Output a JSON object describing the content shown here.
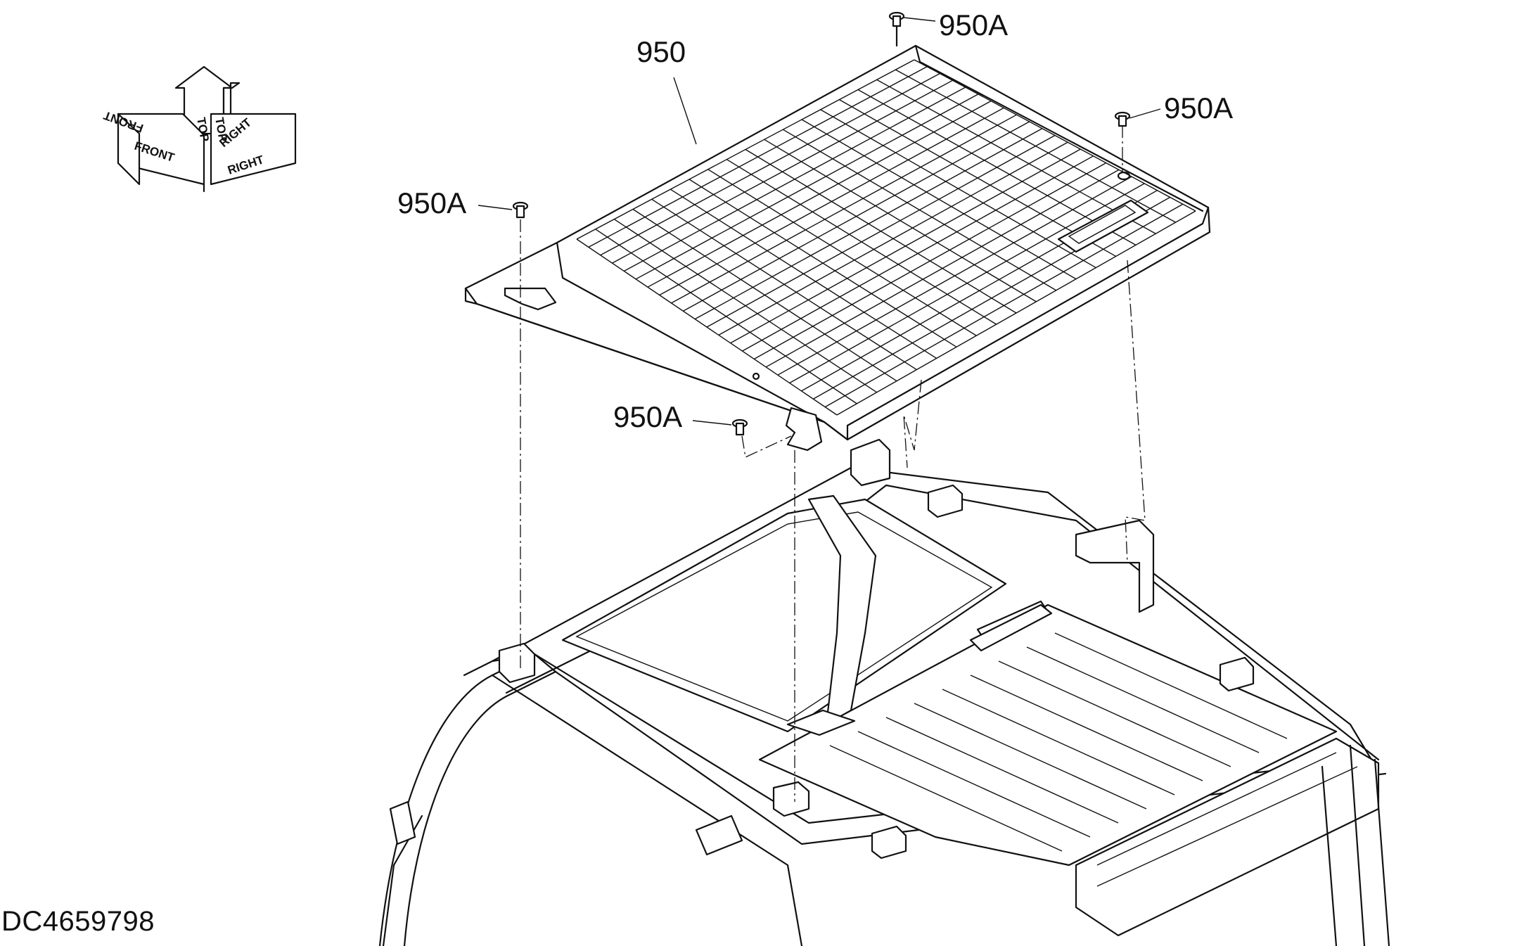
{
  "diagram": {
    "callouts": {
      "part_950": "950",
      "fastener_top": "950A",
      "fastener_right": "950A",
      "fastener_left": "950A",
      "fastener_mid": "950A"
    },
    "orientation": {
      "front": "FRONT",
      "top": "TOP",
      "right": "RIGHT",
      "front_mirror": "FRONT",
      "top_mirror": "TOP",
      "right_mirror": "RIGHT"
    },
    "document_id": "DC4659798"
  }
}
